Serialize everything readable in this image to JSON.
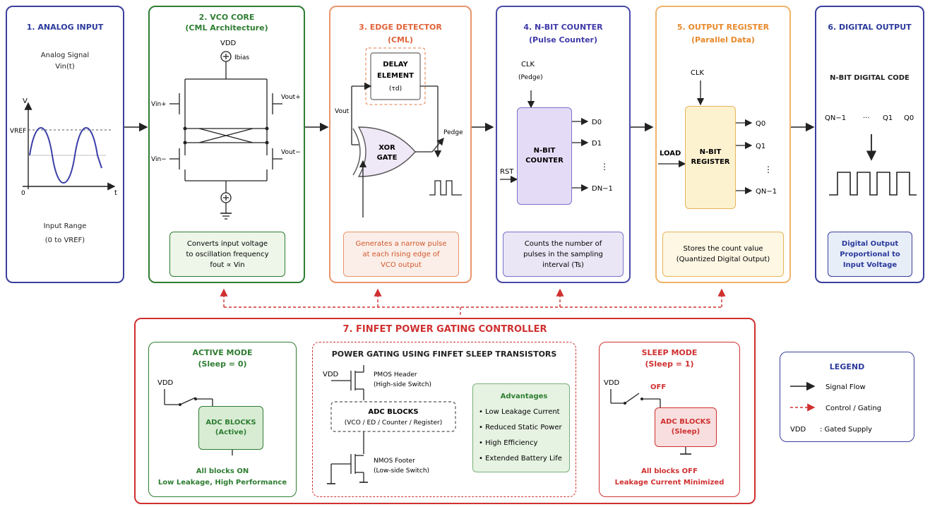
{
  "colors": {
    "analog": "#2b3a9c",
    "vco": "#2e7d32",
    "edge": "#e0633a",
    "counter": "#3f3aa8",
    "register": "#e8892a",
    "digital": "#2b3a9c",
    "power": "#d03030",
    "sleep": "#d03030"
  },
  "analog_input": {
    "title": "1. ANALOG INPUT",
    "signal_label": "Analog Signal",
    "signal_symbol": "Vin(t)",
    "axis_v": "V",
    "axis_t": "t",
    "axis_zero": "0",
    "vref": "VREF",
    "range_label": "Input Range",
    "range_value": "(0 to VREF)"
  },
  "vco_core": {
    "title": "2. VCO CORE",
    "subtitle": "(CML Architecture)",
    "vdd": "VDD",
    "ibias": "Ibias",
    "vin_plus": "Vin+",
    "vin_minus": "Vin−",
    "vout_plus": "Vout+",
    "vout_minus": "Vout−",
    "desc_line1": "Converts input voltage",
    "desc_line2": "to oscillation frequency",
    "desc_formula": "fout ∝ Vin"
  },
  "edge_detector": {
    "title": "3. EDGE DETECTOR",
    "subtitle": "(CML)",
    "delay_line1": "DELAY",
    "delay_line2": "ELEMENT",
    "delay_symbol": "(τd)",
    "vout": "Vout",
    "xor_line1": "XOR",
    "xor_line2": "GATE",
    "pedge": "Pedge",
    "desc_line1": "Generates a narrow pulse",
    "desc_line2": "at each rising edge of",
    "desc_line3": "VCO output"
  },
  "counter": {
    "title": "4. N-BIT COUNTER",
    "subtitle": "(Pulse Counter)",
    "clk": "CLK",
    "clk_sub": "(Pedge)",
    "rst": "RST",
    "block_line1": "N-BIT",
    "block_line2": "COUNTER",
    "out0": "D0",
    "out1": "D1",
    "outn": "DN−1",
    "dots": "⋮",
    "desc_line1": "Counts the number of",
    "desc_line2": "pulses in the sampling",
    "desc_line3": "interval (Ts)"
  },
  "register": {
    "title": "5. OUTPUT REGISTER",
    "subtitle": "(Parallel Data)",
    "clk": "CLK",
    "load": "LOAD",
    "block_line1": "N-BIT",
    "block_line2": "REGISTER",
    "out0": "Q0",
    "out1": "Q1",
    "outn": "QN−1",
    "dots": "⋮",
    "desc_line1": "Stores the count value",
    "desc_line2": "(Quantized Digital Output)"
  },
  "digital_output": {
    "title": "6. DIGITAL OUTPUT",
    "code_label": "N-BIT DIGITAL CODE",
    "bit_n": "QN−1",
    "bit_dots": "···",
    "bit_1": "Q1",
    "bit_0": "Q0",
    "desc_line1": "Digital Output",
    "desc_line2": "Proportional to",
    "desc_line3": "Input Voltage"
  },
  "power_gating": {
    "title": "7. FINFET POWER GATING CONTROLLER",
    "active": {
      "title": "ACTIVE MODE",
      "subtitle": "(Sleep = 0)",
      "vdd": "VDD",
      "block_line1": "ADC BLOCKS",
      "block_line2": "(Active)",
      "foot1": "All blocks ON",
      "foot2": "Low Leakage, High Performance"
    },
    "center": {
      "title": "POWER GATING USING FINFET SLEEP TRANSISTORS",
      "vdd": "VDD",
      "pmos_line1": "PMOS Header",
      "pmos_line2": "(High-side Switch)",
      "adc_line1": "ADC BLOCKS",
      "adc_line2": "(VCO / ED / Counter / Register)",
      "nmos_line1": "NMOS Footer",
      "nmos_line2": "(Low-side Switch)",
      "adv_title": "Advantages",
      "advantages": [
        "• Low Leakage Current",
        "• Reduced Static Power",
        "• High Efficiency",
        "• Extended Battery Life"
      ]
    },
    "sleep": {
      "title": "SLEEP MODE",
      "subtitle": "(Sleep = 1)",
      "vdd": "VDD",
      "off": "OFF",
      "block_line1": "ADC BLOCKS",
      "block_line2": "(Sleep)",
      "foot1": "All blocks OFF",
      "foot2": "Leakage Current Minimized"
    }
  },
  "legend": {
    "title": "LEGEND",
    "signal_flow": "Signal Flow",
    "control": "Control / Gating",
    "vdd": "VDD",
    "gated": ": Gated Supply"
  }
}
